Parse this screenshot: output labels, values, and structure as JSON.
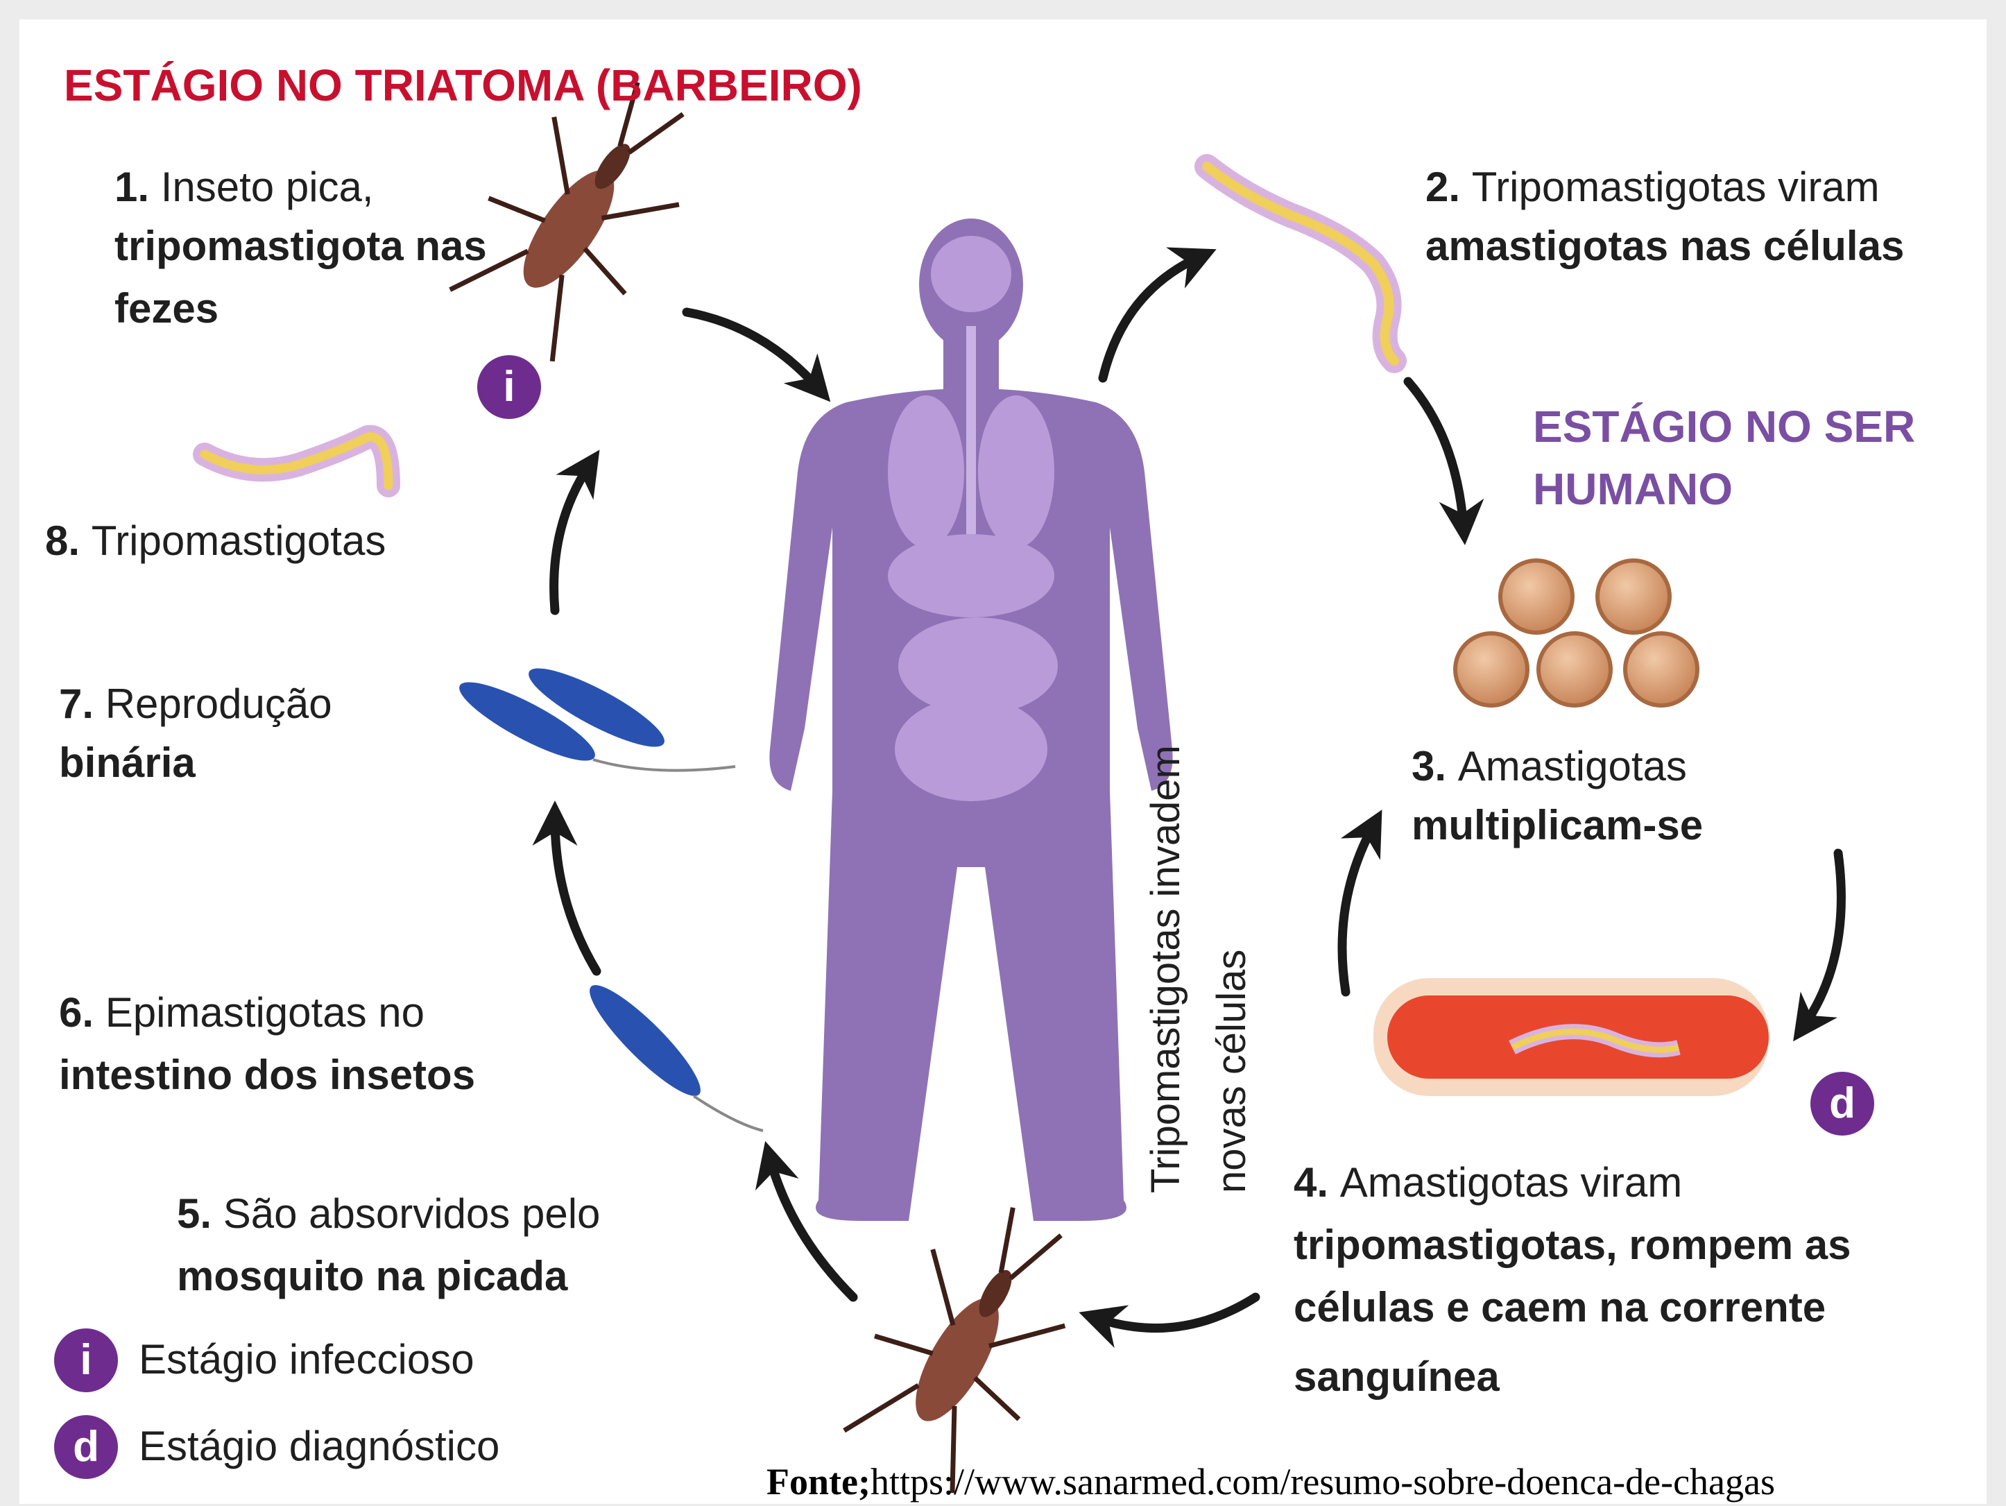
{
  "headings": {
    "insect_stage": "ESTÁGIO NO TRIATOMA (BARBEIRO)",
    "human_stage_line1": "ESTÁGIO NO SER",
    "human_stage_line2": "HUMANO"
  },
  "steps": [
    {
      "num": "1.",
      "lines": [
        "Inseto pica,",
        "tripomastigota nas",
        "fezes"
      ]
    },
    {
      "num": "2.",
      "lines": [
        "Tripomastigotas viram",
        "amastigotas nas células"
      ]
    },
    {
      "num": "3.",
      "lines": [
        "Amastigotas",
        "multiplicam-se"
      ]
    },
    {
      "num": "4.",
      "lines": [
        "Amastigotas viram",
        "tripomastigotas, rompem as",
        "células e caem na corrente",
        "sanguínea"
      ]
    },
    {
      "num": "5.",
      "lines": [
        "São absorvidos pelo",
        "mosquito na picada"
      ]
    },
    {
      "num": "6.",
      "lines": [
        "Epimastigotas no",
        "intestino dos insetos"
      ]
    },
    {
      "num": "7.",
      "lines": [
        "Reprodução",
        "binária"
      ]
    },
    {
      "num": "8.",
      "lines": [
        "Tripomastigotas"
      ]
    }
  ],
  "vertical_label": {
    "line1": "Tripomastigotas invadem",
    "line2": "novas células"
  },
  "badges": {
    "infectious": "i",
    "diagnostic": "d"
  },
  "legend": [
    {
      "badge": "i",
      "label": "Estágio infeccioso"
    },
    {
      "badge": "d",
      "label": "Estágio diagnóstico"
    }
  ],
  "source": {
    "prefix": "Fonte;",
    "url": "https://www.sanarmed.com/resumo-sobre-doenca-de-chagas"
  },
  "colors": {
    "heading_red": "#c8102e",
    "heading_purple": "#7a4fa3",
    "badge": "#6f2c8f",
    "body": "#8a6bb0",
    "organs": "#b89bd8",
    "epimastigote": "#2952b0",
    "vessel": "#e8472e"
  },
  "icons": [
    "triatomine-bug-icon",
    "trypomastigote-icon",
    "human-body-icon",
    "amastigote-cells-icon",
    "epimastigote-icon",
    "blood-vessel-icon",
    "cycle-arrow-icon"
  ]
}
